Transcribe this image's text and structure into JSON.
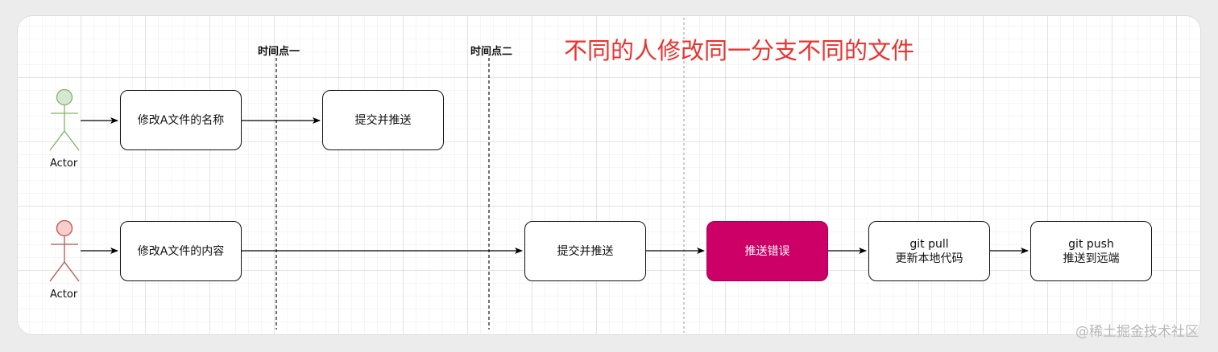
{
  "diagram": {
    "title": "不同的人修改同一分支不同的文件",
    "markers": [
      "时间点一",
      "时间点二"
    ],
    "actors": [
      {
        "label": "Actor",
        "color": "#82b366",
        "fill": "#d5e8d4"
      },
      {
        "label": "Actor",
        "color": "#b85450",
        "fill": "#f8cecc"
      }
    ],
    "nodes": {
      "rename_a": [
        "修改A文件的名称"
      ],
      "commit_push_1": [
        "提交并推送"
      ],
      "modify_a": [
        "修改A文件的内容"
      ],
      "commit_push_2": [
        "提交并推送"
      ],
      "push_error": [
        "推送错误"
      ],
      "git_pull": [
        "git pull",
        "更新本地代码"
      ],
      "git_push": [
        "git push",
        "推送到远端"
      ]
    },
    "error_color": "#cc0066",
    "title_color": "#e8332f"
  },
  "watermark": "@稀土掘金技术社区"
}
